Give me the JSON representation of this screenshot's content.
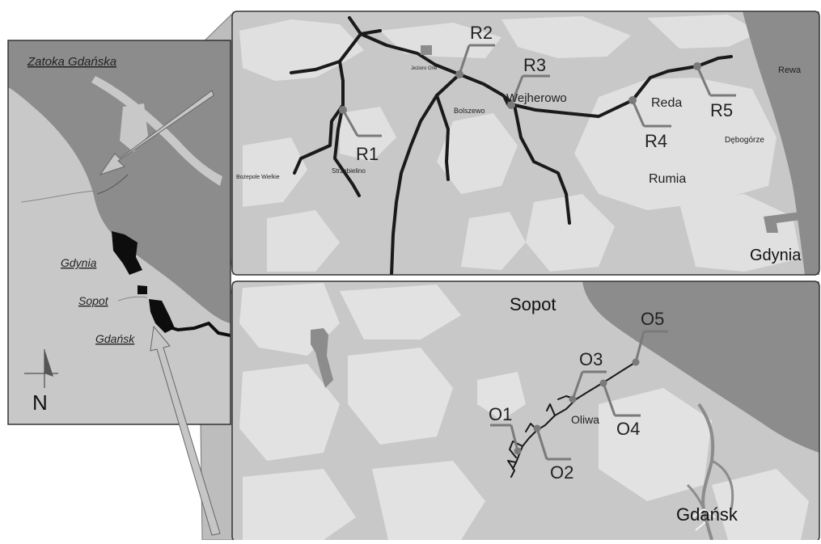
{
  "overview": {
    "sea_label": "Zatoka Gdańska",
    "city_gdynia": "Gdynia",
    "city_sopot": "Sopot",
    "city_gdansk": "Gdańsk",
    "north_label": "N"
  },
  "reda_panel": {
    "sites": [
      "R1",
      "R2",
      "R3",
      "R4",
      "R5"
    ],
    "places": {
      "rewa": "Rewa",
      "jezioro_orle": "Jezioro Orle",
      "bolszewo": "Bolszewo",
      "wejherowo": "Wejherowo",
      "reda": "Reda",
      "debogorze": "Dębogórze",
      "rumia": "Rumia",
      "gdynia": "Gdynia",
      "bozepole": "Bożepole Wielkie",
      "strzebielino": "Strzebielino"
    }
  },
  "oliwa_panel": {
    "sites": [
      "O1",
      "O2",
      "O3",
      "O4",
      "O5"
    ],
    "places": {
      "sopot": "Sopot",
      "oliwa": "Oliwa",
      "gdansk": "Gdańsk"
    }
  },
  "colors": {
    "sea": "#8c8c8c",
    "land": "#c8c8c8",
    "forest": "#dedede",
    "river": "#1a1a1a",
    "site": "#7a7a7a",
    "city": "#0d0d0d"
  }
}
